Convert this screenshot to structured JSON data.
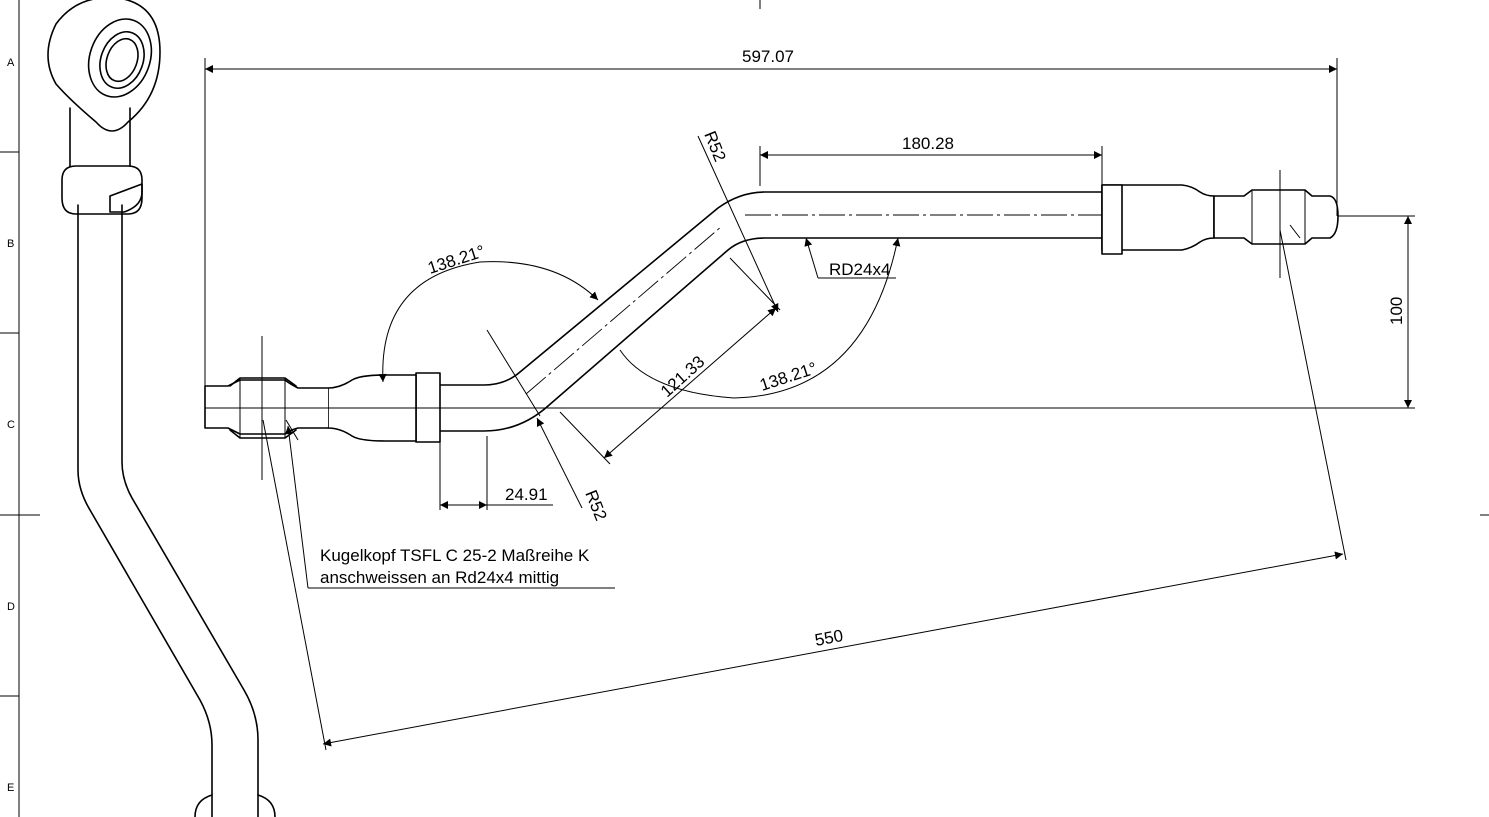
{
  "zones": {
    "a": "A",
    "b": "B",
    "c": "C",
    "d": "D",
    "e": "E"
  },
  "dimensions": {
    "overall_length": "597.07",
    "straight_length": "180.28",
    "radius_top": "R52",
    "radius_bottom": "R52",
    "angle_left": "138.21°",
    "angle_right": "138.21°",
    "diagonal_length": "121.33",
    "tube_spec": "RD24x4",
    "offset_height": "100",
    "short_length": "24.91",
    "center_distance": "550"
  },
  "note": {
    "line1": "Kugelkopf TSFL C 25-2 Maßreihe K",
    "line2": "anschweissen an Rd24x4 mittig"
  }
}
